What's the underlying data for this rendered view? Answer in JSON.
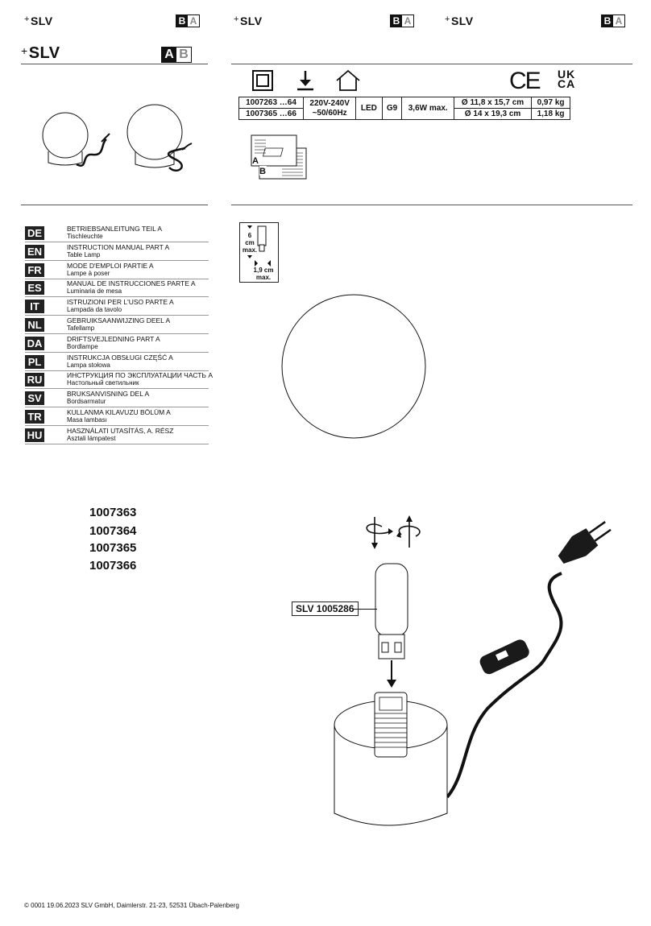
{
  "brand": "SLV",
  "part_badge": {
    "active": "A",
    "inactive": "B",
    "active_b": "B",
    "inactive_b": "A"
  },
  "specs": {
    "rows": [
      {
        "art": "1007263 …64",
        "weight": "0,97 kg",
        "size": "Ø 11,8 x 15,7 cm"
      },
      {
        "art": "1007365 …66",
        "weight": "1,18 kg",
        "size": "Ø 14 x 19,3 cm"
      }
    ],
    "voltage_1": "220V-240V",
    "voltage_2": "~50/60Hz",
    "light": "LED",
    "socket": "G9",
    "power": "3,6W max."
  },
  "marks": {
    "ce": "CE",
    "ukca_1": "UK",
    "ukca_2": "CA"
  },
  "manual_icon": {
    "a": "A",
    "b": "B"
  },
  "languages": [
    {
      "code": "DE",
      "title": "BETRIEBSANLEITUNG TEIL A",
      "product": "Tischleuchte"
    },
    {
      "code": "EN",
      "title": "INSTRUCTION MANUAL PART A",
      "product": "Table Lamp"
    },
    {
      "code": "FR",
      "title": "MODE D'EMPLOI PARTIE A",
      "product": "Lampe à poser"
    },
    {
      "code": "ES",
      "title": "MANUAL DE INSTRUCCIONES PARTE A",
      "product": "Luminaria de mesa"
    },
    {
      "code": "IT",
      "title": "ISTRUZIONI PER L'USO PARTE A",
      "product": "Lampada da tavolo"
    },
    {
      "code": "NL",
      "title": "GEBRUIKSAANWIJZING DEEL A",
      "product": "Tafellamp"
    },
    {
      "code": "DA",
      "title": "DRIFTSVEJLEDNING PART A",
      "product": "Bordlampe"
    },
    {
      "code": "PL",
      "title": "INSTRUKCJA OBSŁUGI CZĘŚĆ A",
      "product": "Lampa stołowa"
    },
    {
      "code": "RU",
      "title": "ИНСТРУКЦИЯ ПО ЭКСПЛУАТАЦИИ ЧАСТЬ А",
      "product": "Настольный светильник"
    },
    {
      "code": "SV",
      "title": "BRUKSANVISNING DEL A",
      "product": "Bordsarmatur"
    },
    {
      "code": "TR",
      "title": "KULLANMA KILAVUZU BÖLÜM A",
      "product": "Masa lambası"
    },
    {
      "code": "HU",
      "title": "HASZNÁLATI UTASÍTÁS, A. RÉSZ",
      "product": "Asztali lámpatest"
    }
  ],
  "article_numbers": [
    "1007363",
    "1007364",
    "1007365",
    "1007366"
  ],
  "clearance": {
    "top_1": "6",
    "top_2": "cm",
    "top_3": "max.",
    "side_1": "1,9 cm",
    "side_2": "max."
  },
  "bulb_sku": "SLV 1005286",
  "footer": "© 0001 19.06.2023  SLV GmbH, Daimlerstr. 21-23, 52531 Übach-Palenberg"
}
